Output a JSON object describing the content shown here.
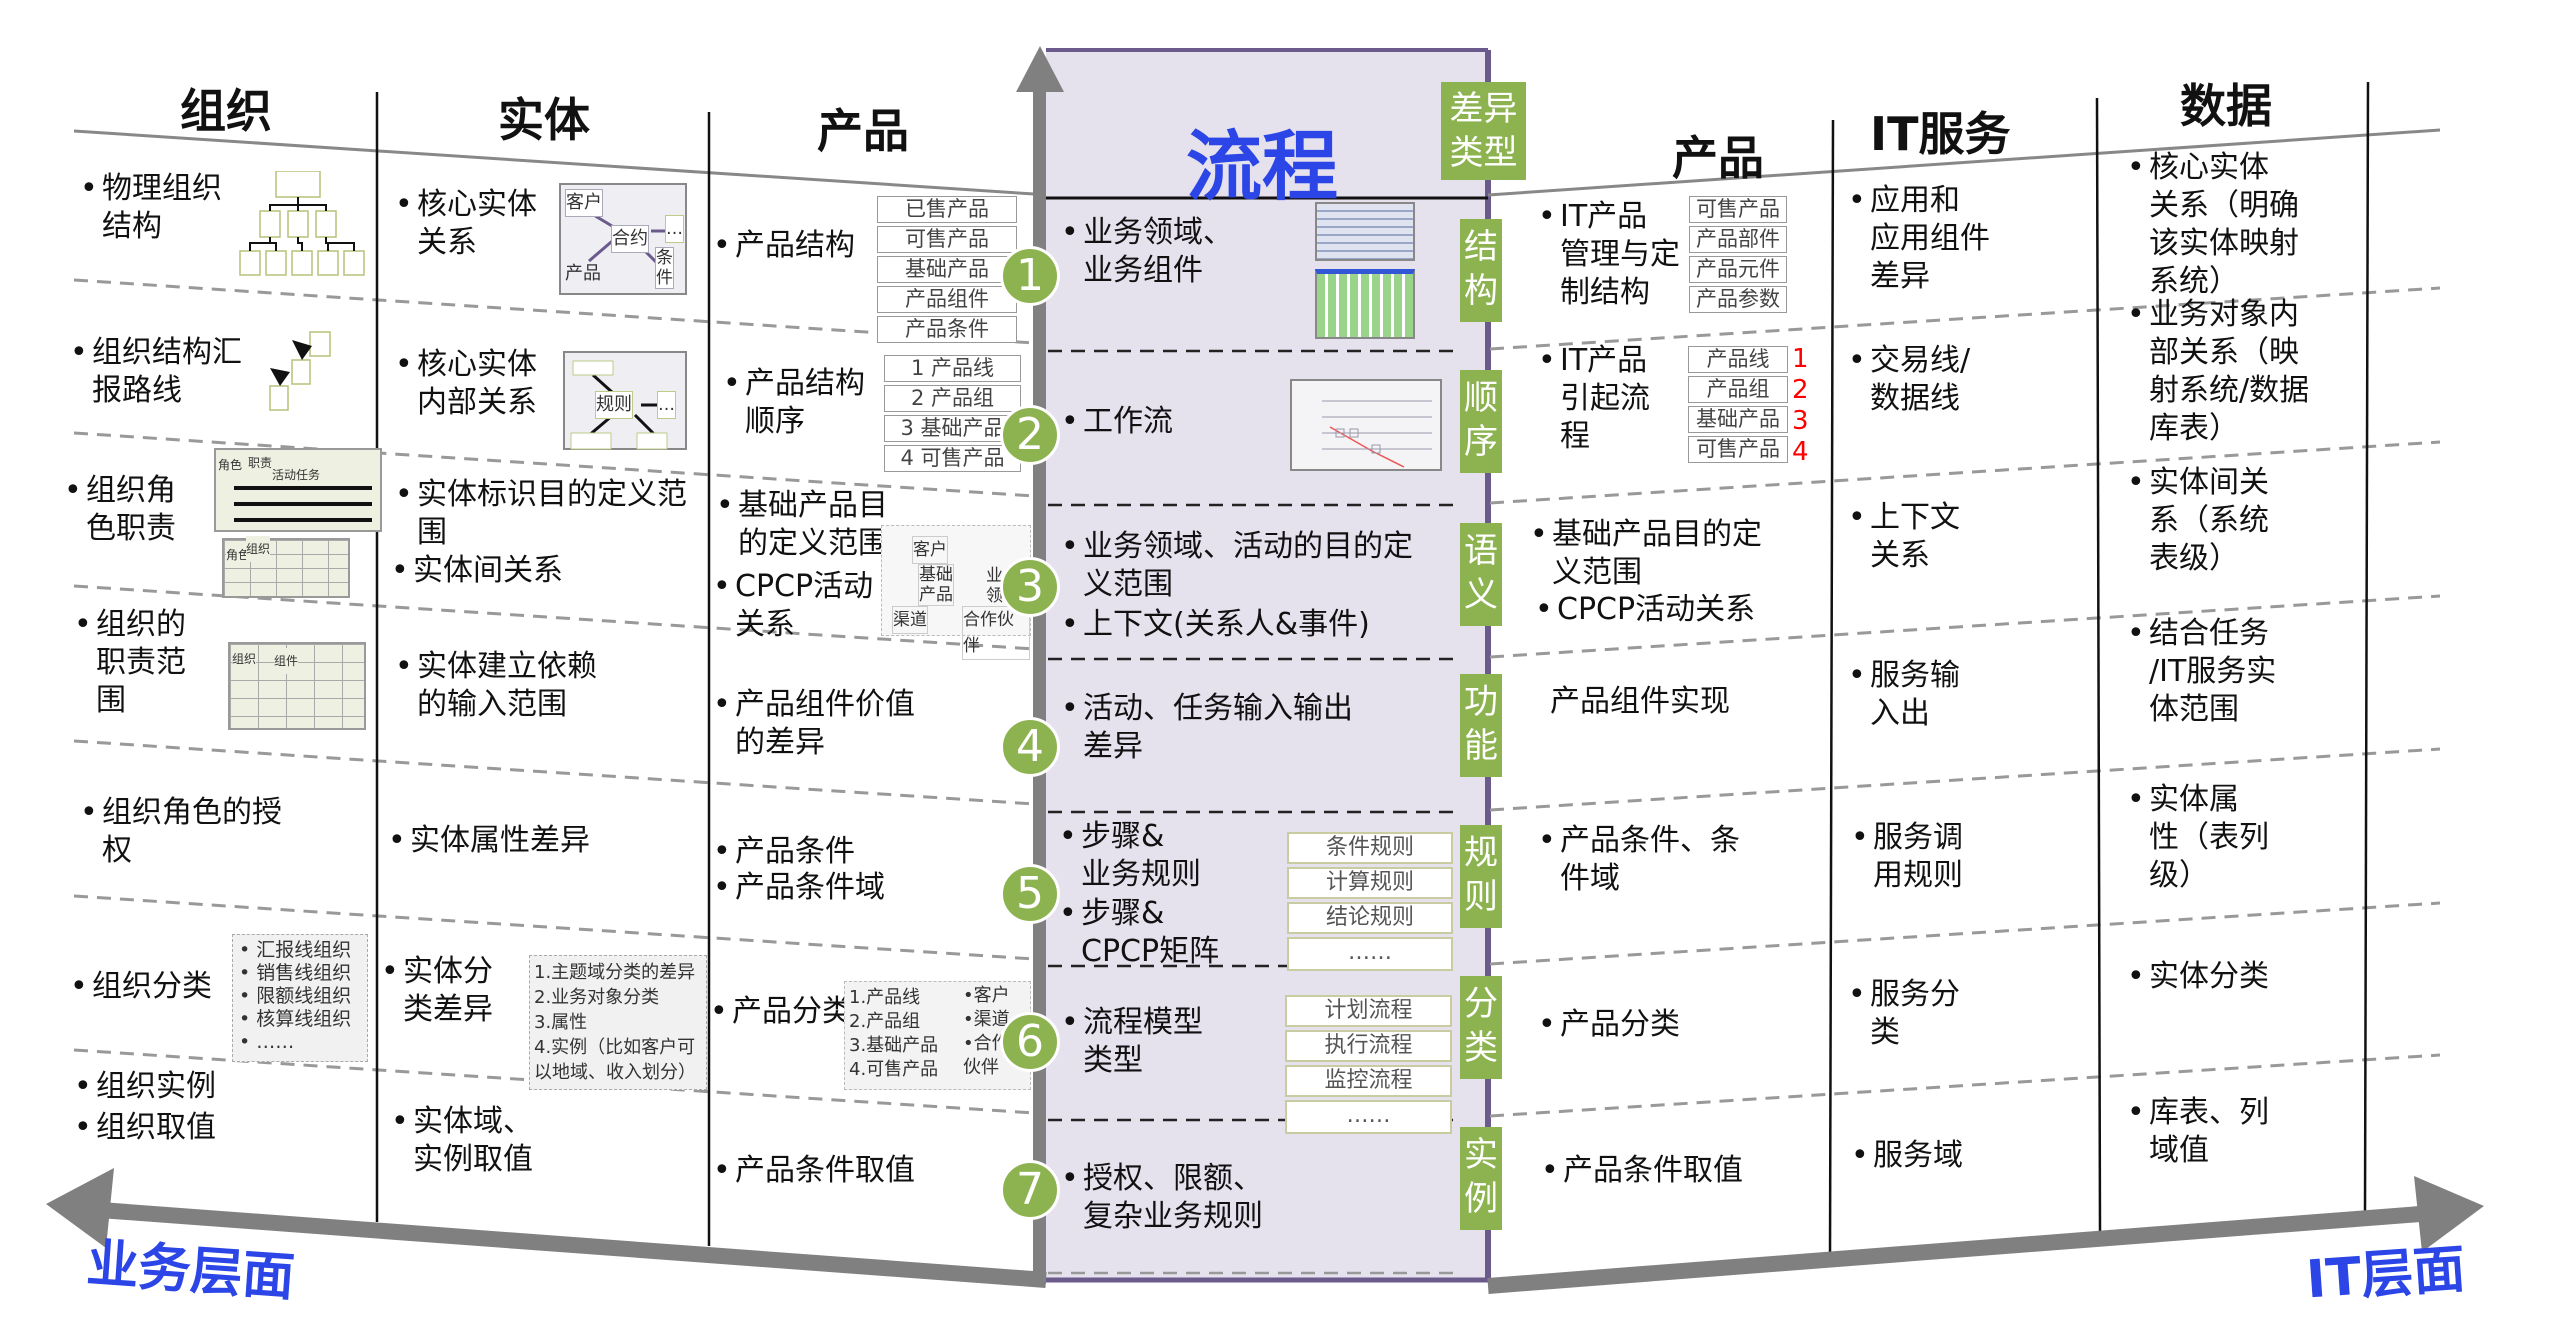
{
  "colors": {
    "process_title": "#2b45e6",
    "axis_label": "#2b45e6",
    "green": "#8db350",
    "panel": "#e5e1ed",
    "panel_border": "#6b5b8c",
    "axis": "#808080",
    "sequence_numbers": "#ff0000"
  },
  "headers": {
    "org": "组织",
    "entity": "实体",
    "product_left": "产品",
    "process": "流程",
    "diff_type": "差异类型",
    "product_right": "产品",
    "it_service": "IT服务",
    "data": "数据"
  },
  "axis": {
    "business": "业务层面",
    "it": "IT层面"
  },
  "steps": [
    "1",
    "2",
    "3",
    "4",
    "5",
    "6",
    "7"
  ],
  "diff_types": [
    "结构",
    "顺序",
    "语义",
    "功能",
    "规则",
    "分类",
    "实例"
  ],
  "org": {
    "items": [
      "物理组织\n结构",
      "组织结构汇\n报路线",
      "组织角\n色职责",
      "组织的\n职责范\n围",
      "组织角色的授\n权",
      "组织分类",
      "组织实例",
      "组织取值"
    ],
    "role_table": {
      "role": "角色",
      "duty": "职责",
      "task": "活动任务",
      "role2": "角色",
      "org": "组织"
    },
    "scope_table": {
      "org": "组织",
      "component": "组件"
    },
    "classify_list": "• 汇报线组织\n• 销售线组织\n• 限额线组织\n• 核算线组织\n• ……"
  },
  "entity": {
    "items": [
      "核心实体\n关系",
      "核心实体\n内部关系",
      "实体标识目的定义范\n围",
      "实体间关系",
      "实体建立依赖\n的输入范围",
      "实体属性差异",
      "实体分\n类差异",
      "实体域、\n实例取值"
    ],
    "rel_diagram": {
      "customer": "客户",
      "contract": "合约",
      "product": "产品",
      "condition": "条\n件",
      "more": "…"
    },
    "rule_diagram": {
      "rule": "规则",
      "more": "…"
    },
    "classify_note": "1.主题域分类的差异\n2.业务对象分类\n3.属性\n4.实例（比如客户可\n以地域、收入划分）"
  },
  "product_left": {
    "items": [
      "产品结构",
      "产品结构\n顺序",
      "基础产品目\n的定义范围",
      "CPCP活动\n关系",
      "产品组件价值\n的差异",
      "产品条件",
      "产品条件域",
      "产品分类",
      "产品条件取值"
    ],
    "structure_list": [
      "已售产品",
      "可售产品",
      "基础产品",
      "产品组件",
      "产品条件"
    ],
    "order_list": [
      "1  产品线",
      "2  产品组",
      "3 基础产品",
      "4 可售产品"
    ],
    "cpcp_diagram": {
      "customer": "客户",
      "base_product": "基础\n产品",
      "domain": "业\n领",
      "channel": "渠道",
      "partner": "合作伙伴"
    },
    "classify_box": {
      "levels": "1.产品线\n2.产品组\n3.基础产品\n4.可售产品",
      "parties": "•客户\n•渠道\n•合作\n伙伴"
    }
  },
  "process": {
    "items": [
      "业务领域、\n业务组件",
      "工作流",
      "业务领域、活动的目的定\n义范围",
      "上下文(关系人&事件)",
      "活动、任务输入输出\n差异",
      "步骤&\n业务规则",
      "步骤&\nCPCP矩阵",
      "流程模型\n类型",
      "授权、限额、\n复杂业务规则"
    ],
    "rule_list": [
      "条件规则",
      "计算规则",
      "结论规则",
      "……"
    ],
    "model_list": [
      "计划流程",
      "执行流程",
      "监控流程",
      "……"
    ]
  },
  "product_right": {
    "items": [
      "IT产品\n管理与定\n制结构",
      "IT产品\n引起流\n程",
      "基础产品目的定\n义范围",
      "CPCP活动关系",
      "产品组件实现",
      "产品条件、条\n件域",
      "产品分类",
      "产品条件取值"
    ],
    "structure_list": [
      "可售产品",
      "产品部件",
      "产品元件",
      "产品参数"
    ],
    "flow_list": [
      "产品线",
      "产品组",
      "基础产品",
      "可售产品"
    ],
    "flow_numbers": [
      "1",
      "2",
      "3",
      "4"
    ]
  },
  "it_service": {
    "items": [
      "应用和\n应用组件\n差异",
      "交易线/\n数据线",
      "上下文\n关系",
      "服务输\n入出",
      "服务调\n用规则",
      "服务分\n类",
      "服务域"
    ]
  },
  "data": {
    "items": [
      "核心实体\n关系（明确\n该实体映射\n系统）",
      "业务对象内\n部关系（映\n射系统/数据\n库表）",
      "实体间关\n系（系统\n表级）",
      "结合任务\n/IT服务实\n体范围",
      "实体属\n性（表列\n级）",
      "实体分类",
      "库表、列\n域值"
    ]
  }
}
